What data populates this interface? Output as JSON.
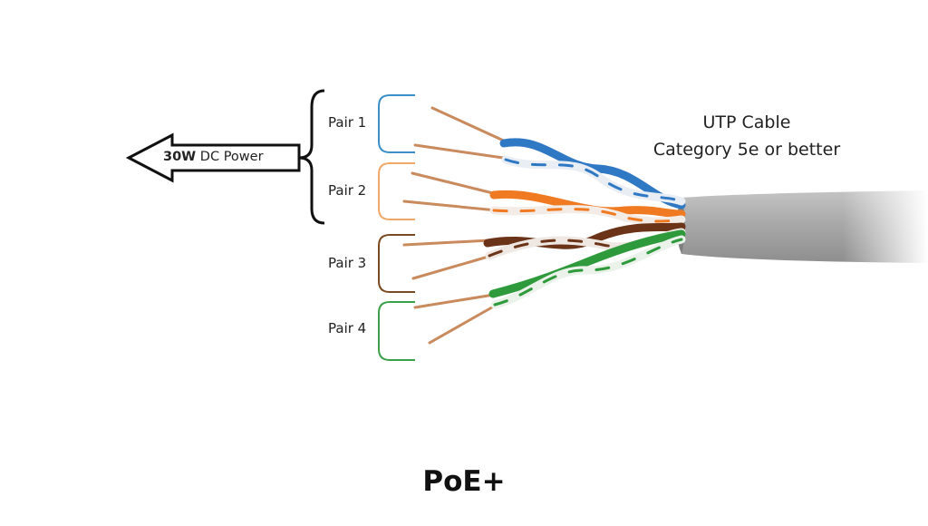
{
  "arrow": {
    "watts": "30W",
    "text": " DC Power"
  },
  "cable": {
    "line1": "UTP Cable",
    "line2": "Category 5e or better"
  },
  "pairs": [
    {
      "label": "Pair 1",
      "color": "#3a8fc8"
    },
    {
      "label": "Pair 2",
      "color": "#f0a868"
    },
    {
      "label": "Pair 3",
      "color": "#7a4a22"
    },
    {
      "label": "Pair 4",
      "color": "#3aa04a"
    }
  ],
  "caption": "PoE+",
  "colors": {
    "jacket": "#a8a8a8",
    "blue": "#2f78c4",
    "orange": "#f07a22",
    "brown": "#6b3318",
    "green": "#2e9a3c",
    "copper": "#c98a5e"
  }
}
